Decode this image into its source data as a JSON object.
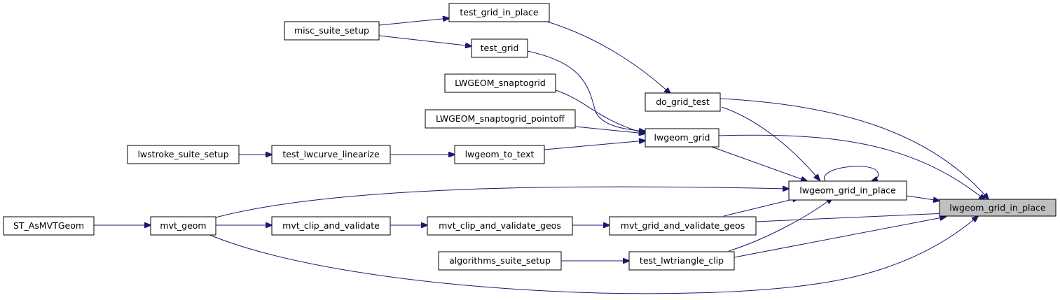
{
  "diagram": {
    "nodes": {
      "lwgeom_grid_in_place_target": "lwgeom_grid_in_place",
      "lwgeom_grid_in_place": "lwgeom_grid_in_place",
      "test_grid_in_place": "test_grid_in_place",
      "misc_suite_setup": "misc_suite_setup",
      "test_grid": "test_grid",
      "LWGEOM_snaptogrid": "LWGEOM_snaptogrid",
      "LWGEOM_snaptogrid_pointoff": "LWGEOM_snaptogrid_pointoff",
      "do_grid_test": "do_grid_test",
      "lwgeom_grid": "lwgeom_grid",
      "lwstroke_suite_setup": "lwstroke_suite_setup",
      "test_lwcurve_linearize": "test_lwcurve_linearize",
      "lwgeom_to_text": "lwgeom_to_text",
      "ST_AsMVTGeom": "ST_AsMVTGeom",
      "mvt_geom": "mvt_geom",
      "mvt_clip_and_validate": "mvt_clip_and_validate",
      "mvt_clip_and_validate_geos": "mvt_clip_and_validate_geos",
      "mvt_grid_and_validate_geos": "mvt_grid_and_validate_geos",
      "algorithms_suite_setup": "algorithms_suite_setup",
      "test_lwtriangle_clip": "test_lwtriangle_clip"
    },
    "colors": {
      "edge": "#191970",
      "node_fill": "#ffffff",
      "highlight_fill": "#bfbfbf"
    }
  }
}
